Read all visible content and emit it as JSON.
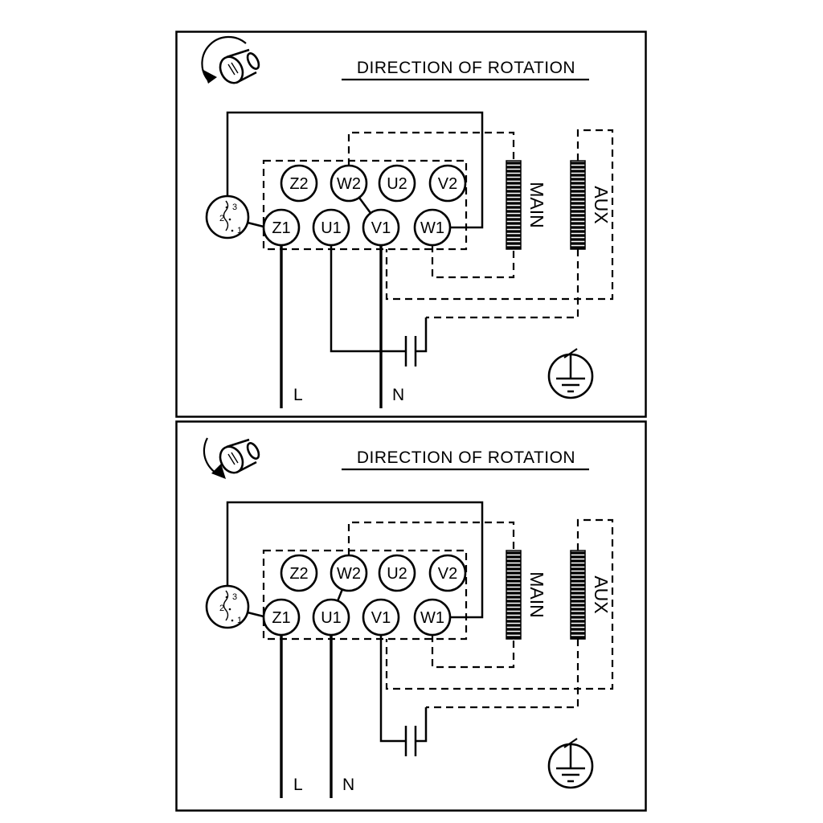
{
  "diagram": {
    "panels": [
      {
        "title": "DIRECTION OF ROTATION",
        "terminals_top": [
          "Z2",
          "W2",
          "U2",
          "V2"
        ],
        "terminals_bottom": [
          "Z1",
          "U1",
          "V1",
          "W1"
        ],
        "winding_main": "MAIN",
        "winding_aux": "AUX",
        "line_label": "L",
        "neutral_label": "N",
        "selector_positions": [
          "3",
          "2",
          "1"
        ]
      },
      {
        "title": "DIRECTION OF ROTATION",
        "terminals_top": [
          "Z2",
          "W2",
          "U2",
          "V2"
        ],
        "terminals_bottom": [
          "Z1",
          "U1",
          "V1",
          "W1"
        ],
        "winding_main": "MAIN",
        "winding_aux": "AUX",
        "line_label": "L",
        "neutral_label": "N",
        "selector_positions": [
          "3",
          "2",
          "1"
        ]
      }
    ],
    "colors": {
      "line": "#000000",
      "background": "#ffffff"
    }
  }
}
